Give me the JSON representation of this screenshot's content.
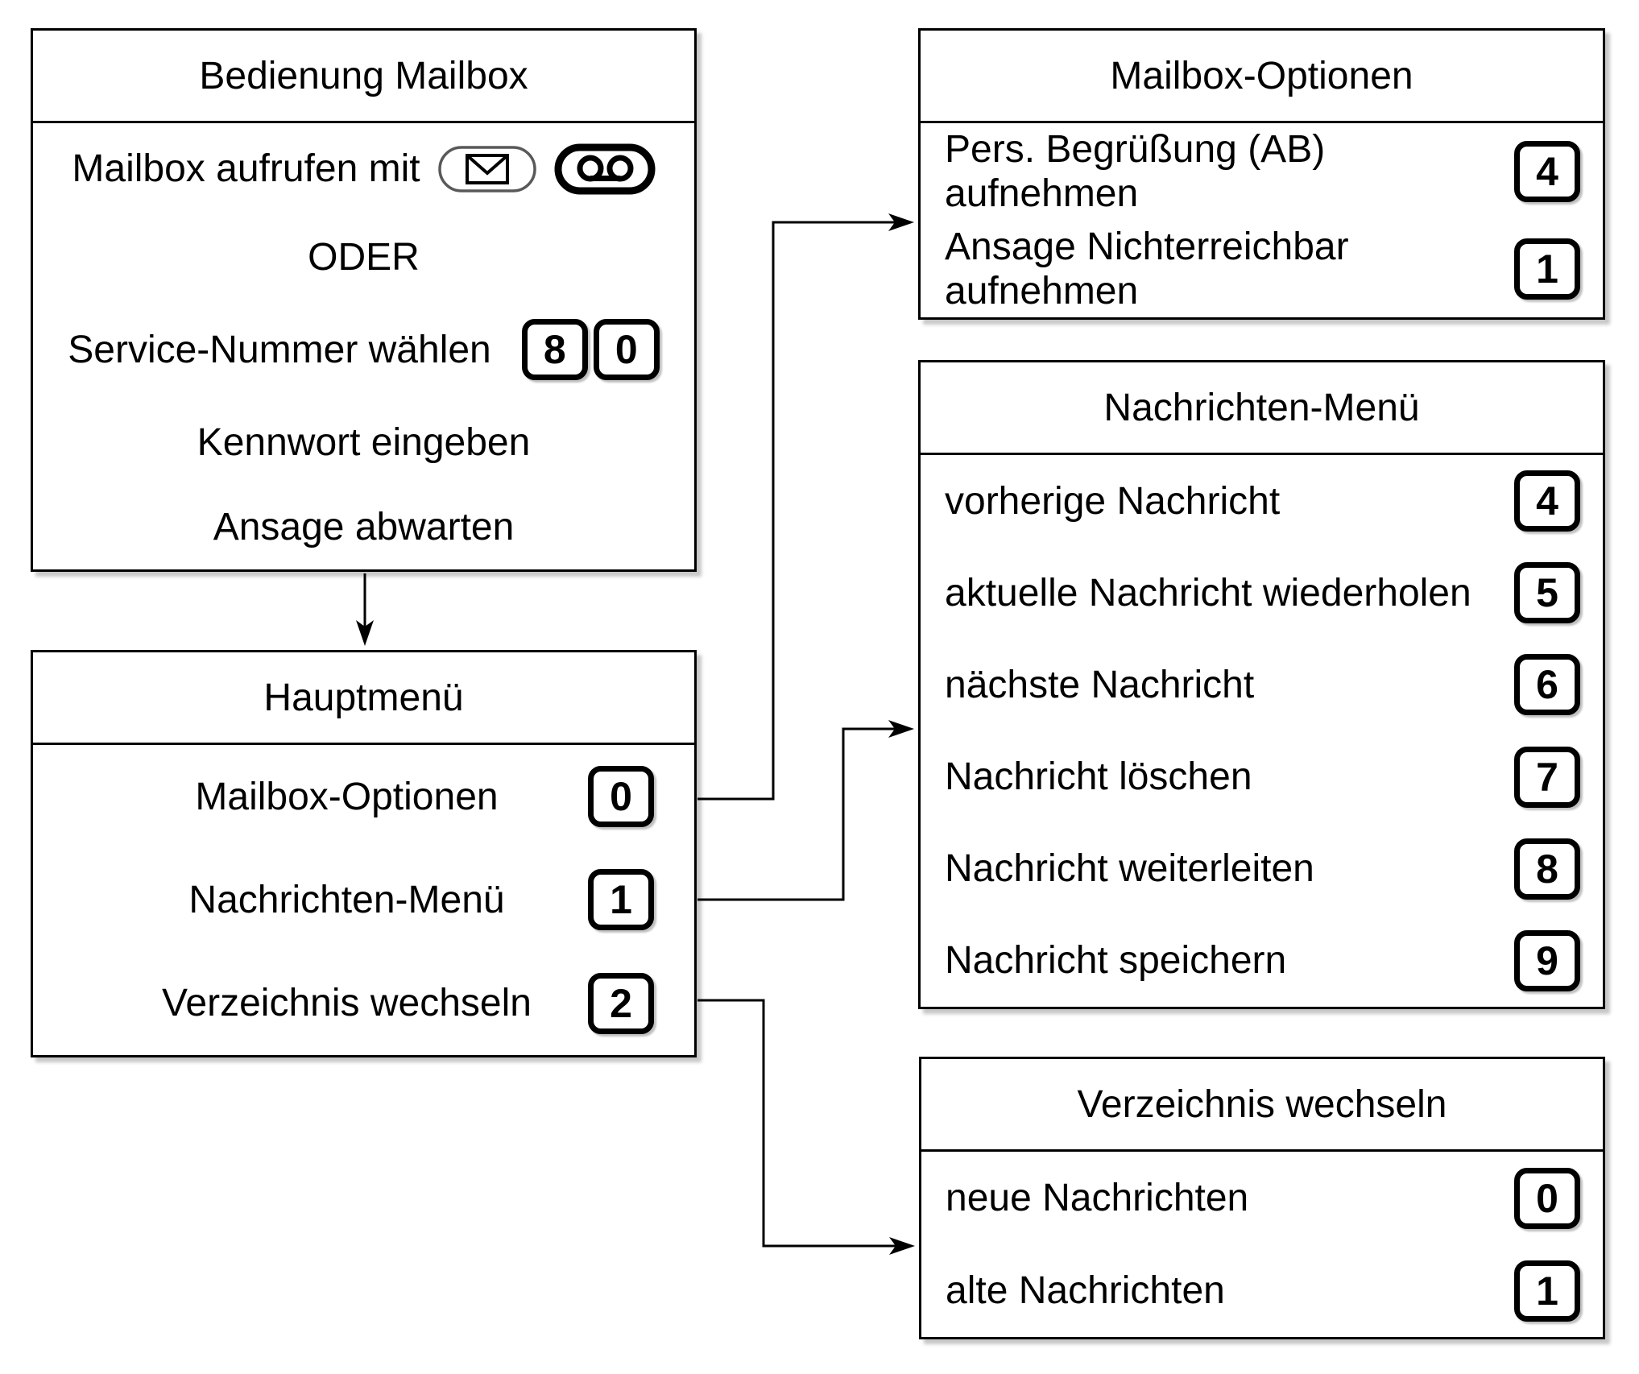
{
  "diagram_title": "Bedienung Mailbox",
  "colors": {
    "line": "#000000",
    "background": "#ffffff",
    "text": "#000000"
  },
  "boxes": {
    "bedienung": {
      "title": "Bedienung Mailbox",
      "rows": [
        {
          "label": "Mailbox aufrufen mit",
          "icons": [
            "envelope-icon",
            "voicemail-icon"
          ]
        },
        {
          "label": "ODER"
        },
        {
          "label": "Service-Nummer wählen",
          "keys": [
            "8",
            "0"
          ]
        },
        {
          "label": "Kennwort eingeben"
        },
        {
          "label": "Ansage abwarten"
        }
      ]
    },
    "hauptmenu": {
      "title": "Hauptmenü",
      "items": [
        {
          "label": "Mailbox-Optionen",
          "key": "0"
        },
        {
          "label": "Nachrichten-Menü",
          "key": "1"
        },
        {
          "label": "Verzeichnis wechseln",
          "key": "2"
        }
      ]
    },
    "mailbox_optionen": {
      "title": "Mailbox-Optionen",
      "items": [
        {
          "label": "Pers. Begrüßung (AB) aufnehmen",
          "key": "4"
        },
        {
          "label": "Ansage Nichterreichbar aufnehmen",
          "key": "1"
        }
      ]
    },
    "nachrichten_menu": {
      "title": "Nachrichten-Menü",
      "items": [
        {
          "label": "vorherige Nachricht",
          "key": "4"
        },
        {
          "label": "aktuelle Nachricht wiederholen",
          "key": "5"
        },
        {
          "label": "nächste Nachricht",
          "key": "6"
        },
        {
          "label": "Nachricht löschen",
          "key": "7"
        },
        {
          "label": "Nachricht weiterleiten",
          "key": "8"
        },
        {
          "label": "Nachricht speichern",
          "key": "9"
        }
      ]
    },
    "verzeichnis": {
      "title": "Verzeichnis wechseln",
      "items": [
        {
          "label": "neue Nachrichten",
          "key": "0"
        },
        {
          "label": "alte Nachrichten",
          "key": "1"
        }
      ]
    }
  },
  "connections": [
    {
      "from": "bedienung-mailbox",
      "to": "hauptmenu"
    },
    {
      "from": "hauptmenu-key-0",
      "to": "mailbox-optionen"
    },
    {
      "from": "hauptmenu-key-1",
      "to": "nachrichten-menu"
    },
    {
      "from": "hauptmenu-key-2",
      "to": "verzeichnis-wechseln"
    }
  ]
}
